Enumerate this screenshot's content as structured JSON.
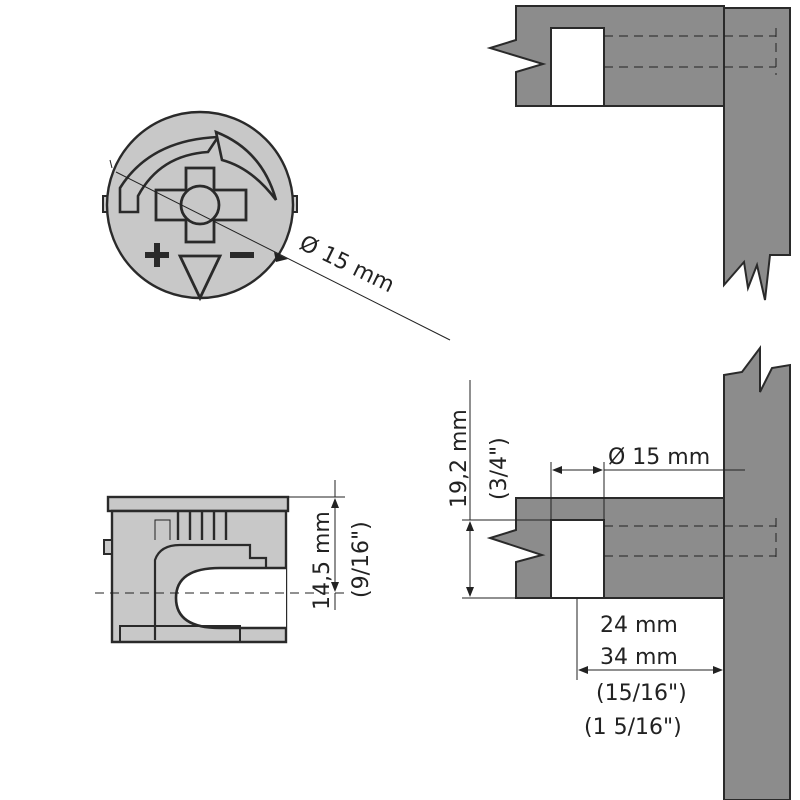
{
  "dimensions": {
    "cam_top_diameter": "Ø 15 mm",
    "bore_diameter": "Ø 15 mm",
    "cam_height_mm": "14,5 mm",
    "cam_height_in": "(9/16\")",
    "bore_depth_mm": "19,2 mm",
    "bore_depth_in": "(3/4\")",
    "edge_dist_a_mm": "24 mm",
    "edge_dist_b_mm": "34 mm",
    "edge_dist_a_in": "(15/16\")",
    "edge_dist_b_in": "(1 5/16\")"
  },
  "colors": {
    "board": "#8c8c8c",
    "cam_body": "#c8c8c8",
    "outline": "#2a2a2a"
  }
}
